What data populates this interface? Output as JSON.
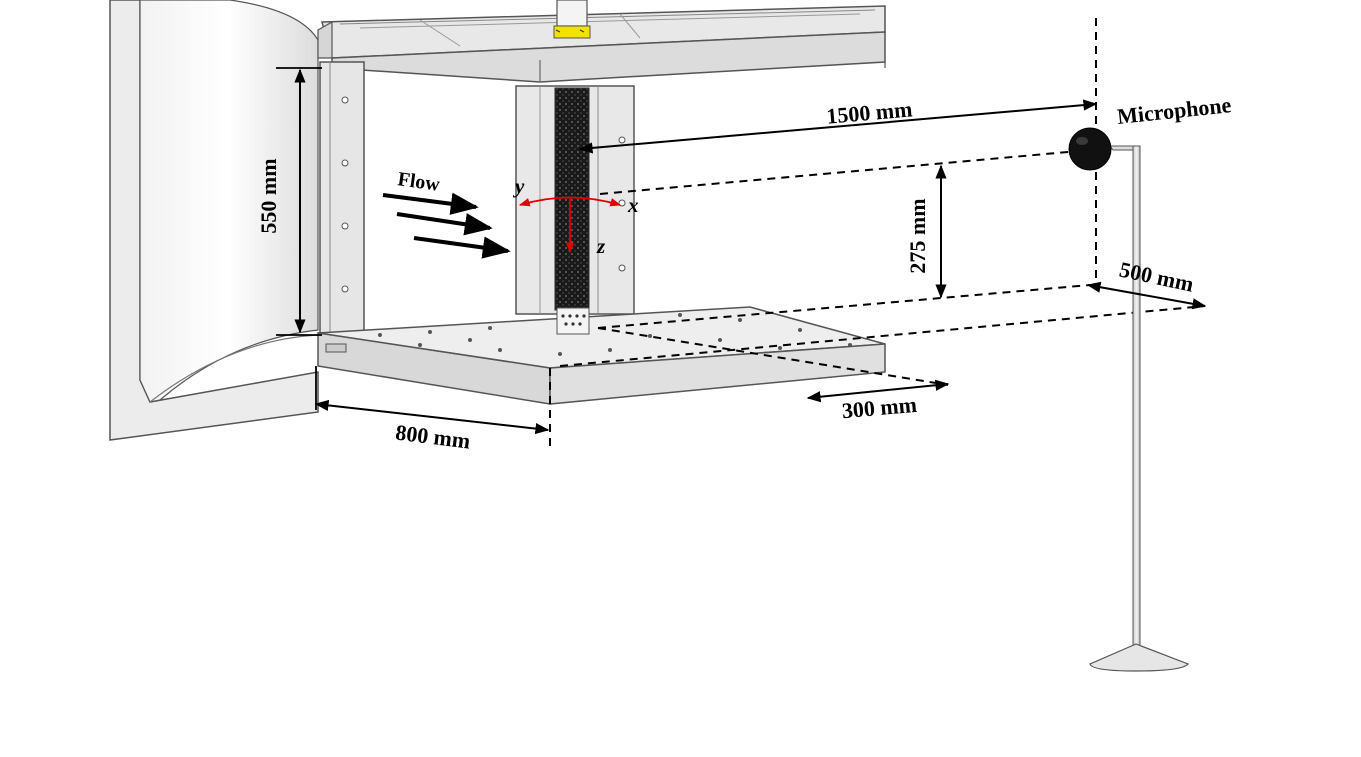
{
  "labels": {
    "flow": "Flow",
    "microphone": "Microphone",
    "height": "550 mm",
    "width": "800 mm",
    "mic_distance": "1500 mm",
    "mic_height": "275 mm",
    "mic_offset": "500 mm",
    "depth": "300 mm"
  },
  "axes": {
    "x": "x",
    "y": "y",
    "z": "z"
  },
  "colors": {
    "axis_arrows": "#e00000",
    "outline": "#555555",
    "frame_fill": "#e4e4e4",
    "rod": "#1a1a1a",
    "ring_yellow": "#f2e300"
  }
}
